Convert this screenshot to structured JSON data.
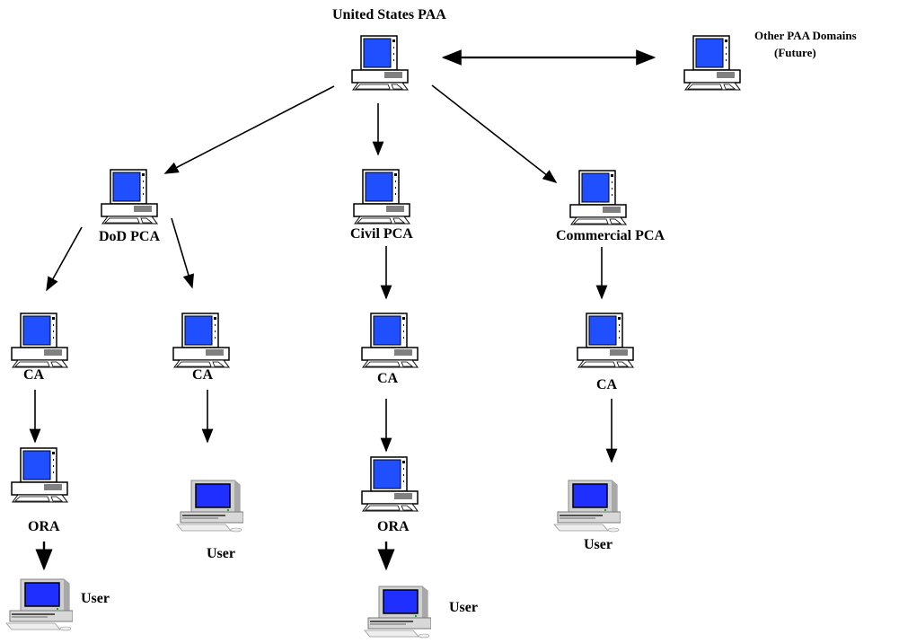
{
  "diagram": {
    "title": "PKI hierarchy",
    "colors": {
      "screen": "#1f4fff",
      "line": "#000000",
      "pc_body": "#d8d8d8",
      "drive_slot": "#808080"
    },
    "nodes": [
      {
        "id": "paa",
        "label": "United States PAA",
        "icon": "workstation-icon"
      },
      {
        "id": "other",
        "label": "Other PAA Domains",
        "sublabel": "(Future)",
        "icon": "workstation-icon"
      },
      {
        "id": "dod",
        "label": "DoD PCA",
        "icon": "workstation-icon"
      },
      {
        "id": "civil",
        "label": "Civil PCA",
        "icon": "workstation-icon"
      },
      {
        "id": "comm",
        "label": "Commercial PCA",
        "icon": "workstation-icon"
      },
      {
        "id": "ca1",
        "label": "CA",
        "icon": "workstation-icon"
      },
      {
        "id": "ca2",
        "label": "CA",
        "icon": "workstation-icon"
      },
      {
        "id": "ca3",
        "label": "CA",
        "icon": "workstation-icon"
      },
      {
        "id": "ca4",
        "label": "CA",
        "icon": "workstation-icon"
      },
      {
        "id": "ora1",
        "label": "ORA",
        "icon": "workstation-icon"
      },
      {
        "id": "ora2",
        "label": "ORA",
        "icon": "workstation-icon"
      },
      {
        "id": "user1",
        "label": "User",
        "icon": "desktop-pc-icon"
      },
      {
        "id": "user2",
        "label": "User",
        "icon": "desktop-pc-icon"
      },
      {
        "id": "user3",
        "label": "User",
        "icon": "desktop-pc-icon"
      },
      {
        "id": "user4",
        "label": "User",
        "icon": "desktop-pc-icon"
      }
    ],
    "edges": [
      {
        "from": "paa",
        "to": "other",
        "bidirectional": true
      },
      {
        "from": "paa",
        "to": "dod"
      },
      {
        "from": "paa",
        "to": "civil"
      },
      {
        "from": "paa",
        "to": "comm"
      },
      {
        "from": "dod",
        "to": "ca1"
      },
      {
        "from": "dod",
        "to": "ca2"
      },
      {
        "from": "civil",
        "to": "ca3"
      },
      {
        "from": "comm",
        "to": "ca4"
      },
      {
        "from": "ca1",
        "to": "ora1"
      },
      {
        "from": "ca2",
        "to": "user2"
      },
      {
        "from": "ca3",
        "to": "ora2"
      },
      {
        "from": "ca4",
        "to": "user4"
      },
      {
        "from": "ora1",
        "to": "user1"
      },
      {
        "from": "ora2",
        "to": "user3"
      }
    ]
  }
}
